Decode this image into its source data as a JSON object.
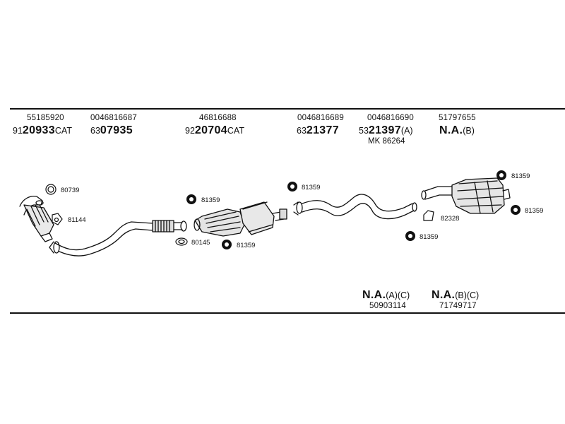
{
  "header_parts": [
    {
      "oe": "55185920",
      "prefix": "91",
      "num": "20933",
      "suffix": "CAT"
    },
    {
      "oe": "0046816687",
      "prefix": "63",
      "num": "07935",
      "suffix": ""
    },
    {
      "oe": "46816688",
      "prefix": "92",
      "num": "20704",
      "suffix": "CAT"
    },
    {
      "oe": "0046816689",
      "prefix": "63",
      "num": "21377",
      "suffix": ""
    },
    {
      "oe": "0046816690",
      "prefix": "53",
      "num": "21397",
      "suffix": "(A)",
      "extra": "MK 86264"
    },
    {
      "oe": "51797655",
      "prefix": "",
      "num": "N.A.",
      "suffix": "(B)"
    }
  ],
  "callouts": [
    {
      "label": "80739",
      "icon": "ring-icon"
    },
    {
      "label": "81144",
      "icon": "triangle-gasket-icon"
    },
    {
      "label": "81359",
      "icon": "round-gasket-icon"
    },
    {
      "label": "80145",
      "icon": "oval-gasket-icon"
    },
    {
      "label": "81359",
      "icon": "round-gasket-icon"
    },
    {
      "label": "81359",
      "icon": "round-gasket-icon"
    },
    {
      "label": "82328",
      "icon": "clamp-icon"
    },
    {
      "label": "81359",
      "icon": "round-gasket-icon"
    },
    {
      "label": "81359",
      "icon": "round-gasket-icon"
    },
    {
      "label": "81359",
      "icon": "round-gasket-icon"
    }
  ],
  "footer_parts": [
    {
      "num": "N.A.",
      "suffix": "(A)(C)",
      "oe": "50903114"
    },
    {
      "num": "N.A.",
      "suffix": "(B)(C)",
      "oe": "71749717"
    }
  ]
}
